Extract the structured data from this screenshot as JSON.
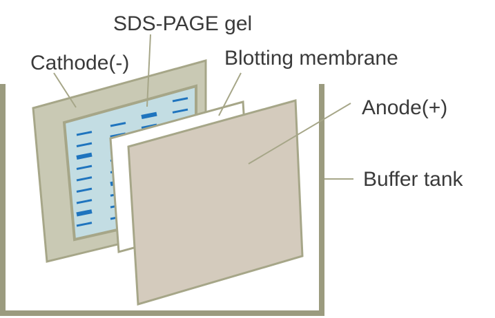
{
  "labels": {
    "cathode": "Cathode(-)",
    "gel": "SDS-PAGE gel",
    "membrane": "Blotting membrane",
    "anode": "Anode(+)",
    "tank": "Buffer tank"
  },
  "colors": {
    "tank_outline": "#9b9b7f",
    "cathode_plate": "#c9c9b4",
    "plate_border": "#a6a688",
    "gel": "#c3dde3",
    "bands": "#1f74be",
    "membrane": "#ffffff",
    "anode_plate": "#d4cbbd",
    "leader_line": "#a6a688",
    "text": "#3a3a3a"
  }
}
